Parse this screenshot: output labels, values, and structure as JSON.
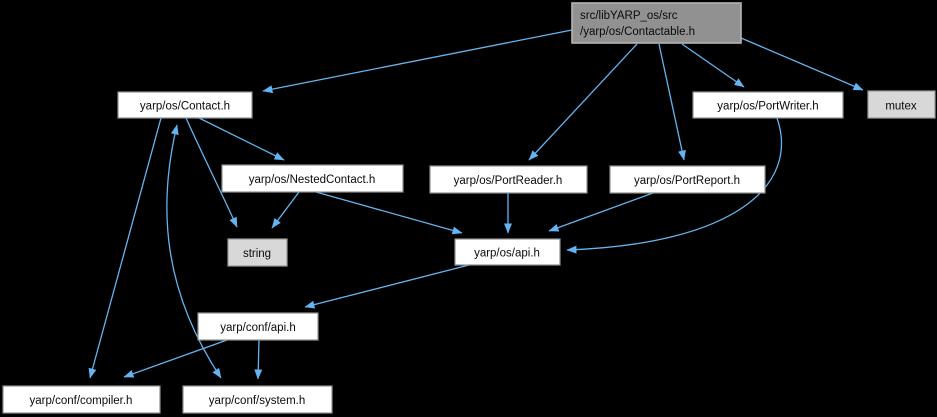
{
  "diagram": {
    "kind": "include-dependency-graph",
    "root": {
      "label_line1": "src/libYARP_os/src",
      "label_line2": "/yarp/os/Contactable.h"
    },
    "nodes": {
      "contact": {
        "label": "yarp/os/Contact.h"
      },
      "port_writer": {
        "label": "yarp/os/PortWriter.h"
      },
      "mutex": {
        "label": "mutex"
      },
      "nested_contact": {
        "label": "yarp/os/NestedContact.h"
      },
      "port_reader": {
        "label": "yarp/os/PortReader.h"
      },
      "port_report": {
        "label": "yarp/os/PortReport.h"
      },
      "string": {
        "label": "string"
      },
      "os_api": {
        "label": "yarp/os/api.h"
      },
      "conf_api": {
        "label": "yarp/conf/api.h"
      },
      "conf_compiler": {
        "label": "yarp/conf/compiler.h"
      },
      "conf_system": {
        "label": "yarp/conf/system.h"
      }
    },
    "edges": [
      {
        "from": "src/libYARP_os/src/yarp/os/Contactable.h",
        "to": "yarp/os/Contact.h"
      },
      {
        "from": "src/libYARP_os/src/yarp/os/Contactable.h",
        "to": "yarp/os/PortReader.h"
      },
      {
        "from": "src/libYARP_os/src/yarp/os/Contactable.h",
        "to": "yarp/os/PortReport.h"
      },
      {
        "from": "src/libYARP_os/src/yarp/os/Contactable.h",
        "to": "yarp/os/PortWriter.h"
      },
      {
        "from": "src/libYARP_os/src/yarp/os/Contactable.h",
        "to": "mutex"
      },
      {
        "from": "yarp/os/Contact.h",
        "to": "yarp/os/NestedContact.h"
      },
      {
        "from": "yarp/os/Contact.h",
        "to": "string"
      },
      {
        "from": "yarp/os/Contact.h",
        "to": "yarp/conf/compiler.h"
      },
      {
        "from": "yarp/os/Contact.h",
        "to": "yarp/conf/system.h"
      },
      {
        "from": "yarp/os/NestedContact.h",
        "to": "string"
      },
      {
        "from": "yarp/os/NestedContact.h",
        "to": "yarp/os/api.h"
      },
      {
        "from": "yarp/os/PortReader.h",
        "to": "yarp/os/api.h"
      },
      {
        "from": "yarp/os/PortReport.h",
        "to": "yarp/os/api.h"
      },
      {
        "from": "yarp/os/PortWriter.h",
        "to": "yarp/os/api.h"
      },
      {
        "from": "yarp/os/api.h",
        "to": "yarp/conf/api.h"
      },
      {
        "from": "yarp/conf/api.h",
        "to": "yarp/conf/compiler.h"
      },
      {
        "from": "yarp/conf/api.h",
        "to": "yarp/conf/system.h"
      }
    ],
    "colors": {
      "background": "#000000",
      "edge": "#63b4f0",
      "node_fill": "#ffffff",
      "node_border": "#8f8f8f",
      "system_node_fill": "#d8d8d8",
      "root_node_fill": "#919191",
      "root_node_border": "#b4b4b4",
      "text": "#0a0a0a"
    }
  }
}
